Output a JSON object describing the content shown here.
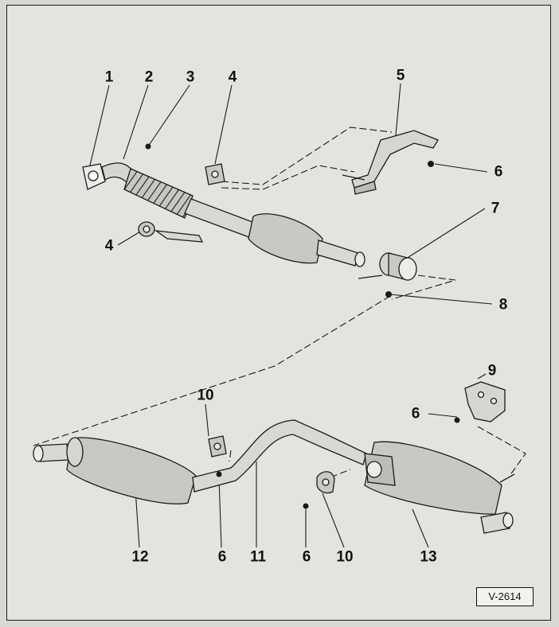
{
  "figure_reference": "V-2614",
  "callouts": {
    "c1": "1",
    "c2": "2",
    "c3": "3",
    "c4a": "4",
    "c4b": "4",
    "c5": "5",
    "c6a": "6",
    "c6b": "6",
    "c6c": "6",
    "c6d": "6",
    "c7": "7",
    "c8": "8",
    "c9": "9",
    "c10a": "10",
    "c10b": "10",
    "c11": "11",
    "c12": "12",
    "c13": "13"
  },
  "colors": {
    "paper": "#e4e4df",
    "line": "#1a1a1a",
    "part_fill": "#c9c9c4",
    "part_light": "#ecece8"
  }
}
